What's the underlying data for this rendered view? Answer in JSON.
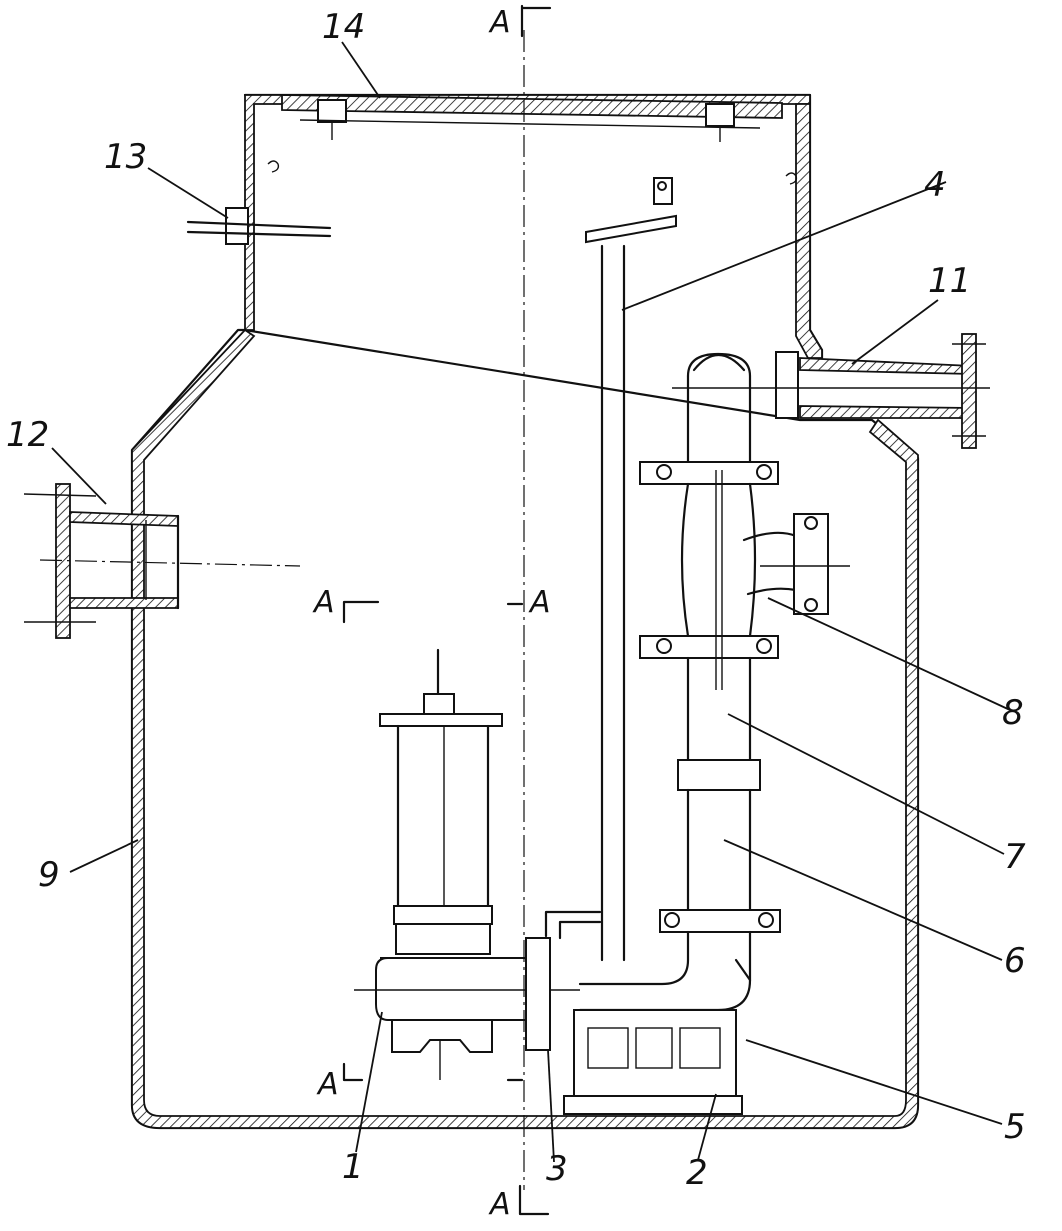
{
  "drawing": {
    "part_numbers": {
      "p1": "1",
      "p2": "2",
      "p3": "3",
      "p4": "4",
      "p5": "5",
      "p6": "6",
      "p7": "7",
      "p8": "8",
      "p9": "9",
      "p11": "11",
      "p12": "12",
      "p13": "13",
      "p14": "14"
    },
    "section": {
      "top": "A",
      "bottom": "A",
      "mid_left": "A",
      "mid_right": "A",
      "low_left": "A"
    }
  }
}
